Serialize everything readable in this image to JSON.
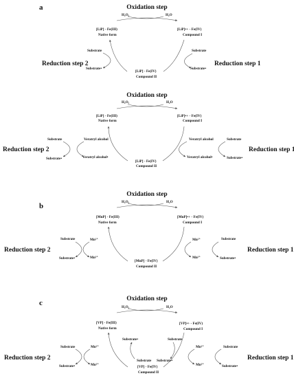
{
  "panel_a": {
    "letter": "a",
    "top": {
      "title": "Oxidation step",
      "h2o2": "H₂O₂",
      "h2o": "H₂O",
      "native_enzyme": "[LiP] - Fe(III)",
      "native_label": "Native form",
      "compound1_enzyme": "[LiP]•+ - Fe(IV)",
      "compound1_label": "Compound I",
      "compound2_enzyme": "[LiP] - Fe(IV)",
      "compound2_label": "Compound II",
      "red1": "Reduction step 1",
      "red2": "Reduction step 2",
      "substrate": "Substrate",
      "substrate_radical": "Substrate•"
    },
    "bottom": {
      "title": "Oxidation step",
      "h2o2": "H₂O₂",
      "h2o": "H₂O",
      "native_enzyme": "[LiP] - Fe(III)",
      "native_label": "Native form",
      "compound1_enzyme": "[LiP]•+ - Fe(IV)",
      "compound1_label": "Compound I",
      "compound2_enzyme": "[LiP] - Fe(IV)",
      "compound2_label": "Compound II",
      "red1": "Reduction step 1",
      "red2": "Reduction step 2",
      "substrate": "Substrate",
      "substrate_radical": "Substrate•",
      "va": "Veratryl alcohol",
      "va_radical": "Veratryl alcohol•"
    }
  },
  "panel_b": {
    "letter": "b",
    "title": "Oxidation step",
    "h2o2": "H₂O₂",
    "h2o": "H₂O",
    "native_enzyme": "[MnP] - Fe(III)",
    "native_label": "Native form",
    "compound1_enzyme": "[MnP]•+ - Fe(IV)",
    "compound1_label": "Compound I",
    "compound2_enzyme": "[MnP] - Fe(IV)",
    "compound2_label": "Compound II",
    "red1": "Reduction step 1",
    "red2": "Reduction step 2",
    "substrate": "Substrate",
    "substrate_radical": "Substrate•",
    "mn2": "Mn²⁺",
    "mn3": "Mn³⁺"
  },
  "panel_c": {
    "letter": "c",
    "title": "Oxidation step",
    "h2o2": "H₂O₂",
    "h2o": "H₂O",
    "native_enzyme": "[VP] - Fe(III)",
    "native_label": "Native form",
    "compound1_enzyme": "[VP]•+ - Fe(IV)",
    "compound1_label": "Compound I",
    "compound2_enzyme": "[VP] - Fe(IV)",
    "compound2_label": "Compound II",
    "red1": "Reduction step 1",
    "red2": "Reduction step 2",
    "substrate": "Substrate",
    "substrate_radical": "Substrate•",
    "mn2": "Mn²⁺",
    "mn3": "Mn³⁺"
  }
}
